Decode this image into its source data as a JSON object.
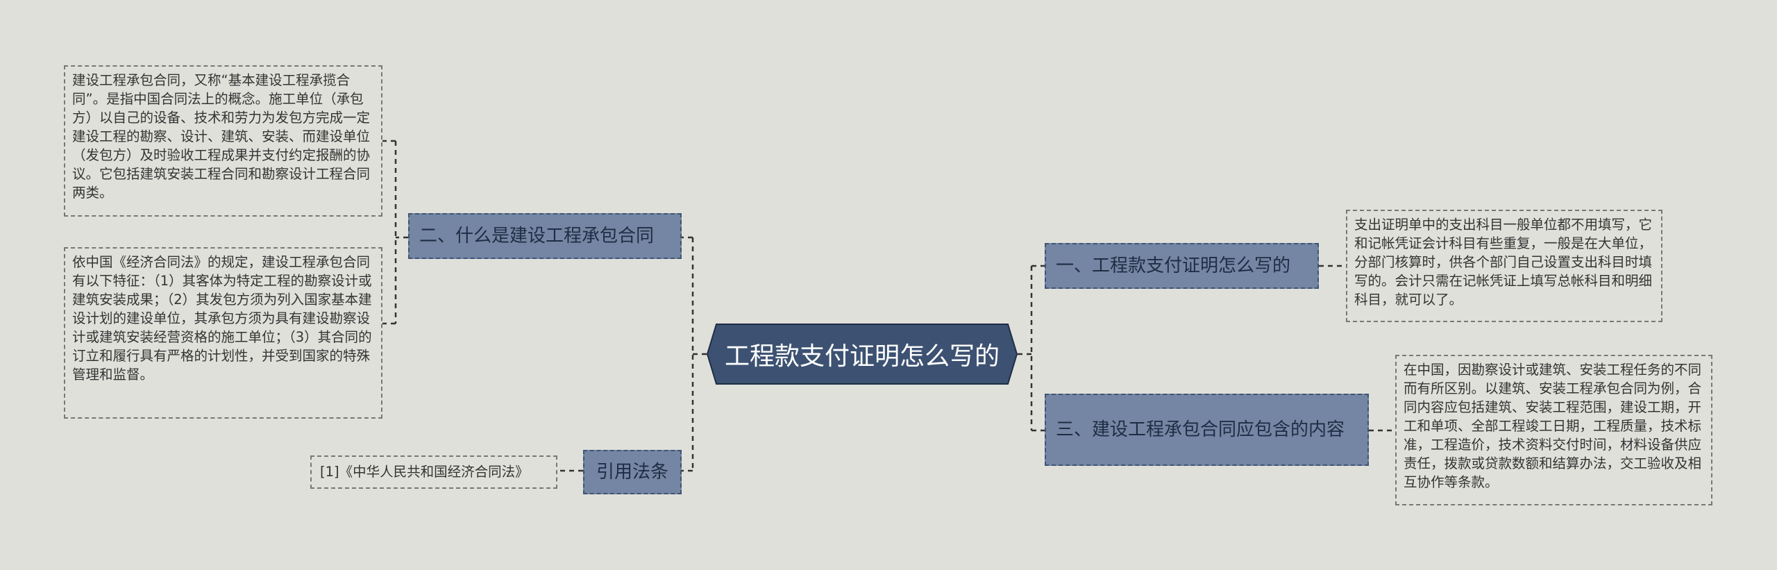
{
  "root": {
    "label": "工程款支付证明怎么写的"
  },
  "branches": {
    "left_1": {
      "label": "二、什么是建设工程承包合同",
      "leaves": [
        "建设工程承包合同，又称“基本建设工程承揽合同”。是指中国合同法上的概念。施工单位（承包方）以自己的设备、技术和劳力为发包方完成一定建设工程的勘察、设计、建筑、安装、而建设单位（发包方）及时验收工程成果并支付约定报酬的协议。它包括建筑安装工程合同和勘察设计工程合同两类。",
        "依中国《经济合同法》的规定，建设工程承包合同有以下特征：（1）其客体为特定工程的勘察设计或建筑安装成果；（2）其发包方须为列入国家基本建设计划的建设单位，其承包方须为具有建设勘察设计或建筑安装经营资格的施工单位；（3）其合同的订立和履行具有严格的计划性，并受到国家的特殊管理和监督。"
      ]
    },
    "left_2": {
      "label": "引用法条",
      "leaves": [
        "[1]《中华人民共和国经济合同法》"
      ]
    },
    "right_1": {
      "label": "一、工程款支付证明怎么写的",
      "leaves": [
        "支出证明单中的支出科目一般单位都不用填写，它和记帐凭证会计科目有些重复，一般是在大单位，分部门核算时，供各个部门自己设置支出科目时填写的。会计只需在记帐凭证上填写总帐科目和明细科目，就可以了。"
      ]
    },
    "right_2": {
      "label": "三、建设工程承包合同应包含的内容",
      "leaves": [
        "在中国，因勘察设计或建筑、安装工程任务的不同而有所区别。以建筑、安装工程承包合同为例，合同内容应包括建筑、安装工程范围，建设工期，开工和单项、全部工程竣工日期，工程质量，技术标准，工程造价，技术资料交付时间，材料设备供应责任，拨款或贷款数额和结算办法，交工验收及相互协作等条款。"
      ]
    }
  },
  "colors": {
    "background": "#e0e0db",
    "root_fill": "#3d5272",
    "branch_fill": "#7486a3",
    "connector": "#333333"
  }
}
